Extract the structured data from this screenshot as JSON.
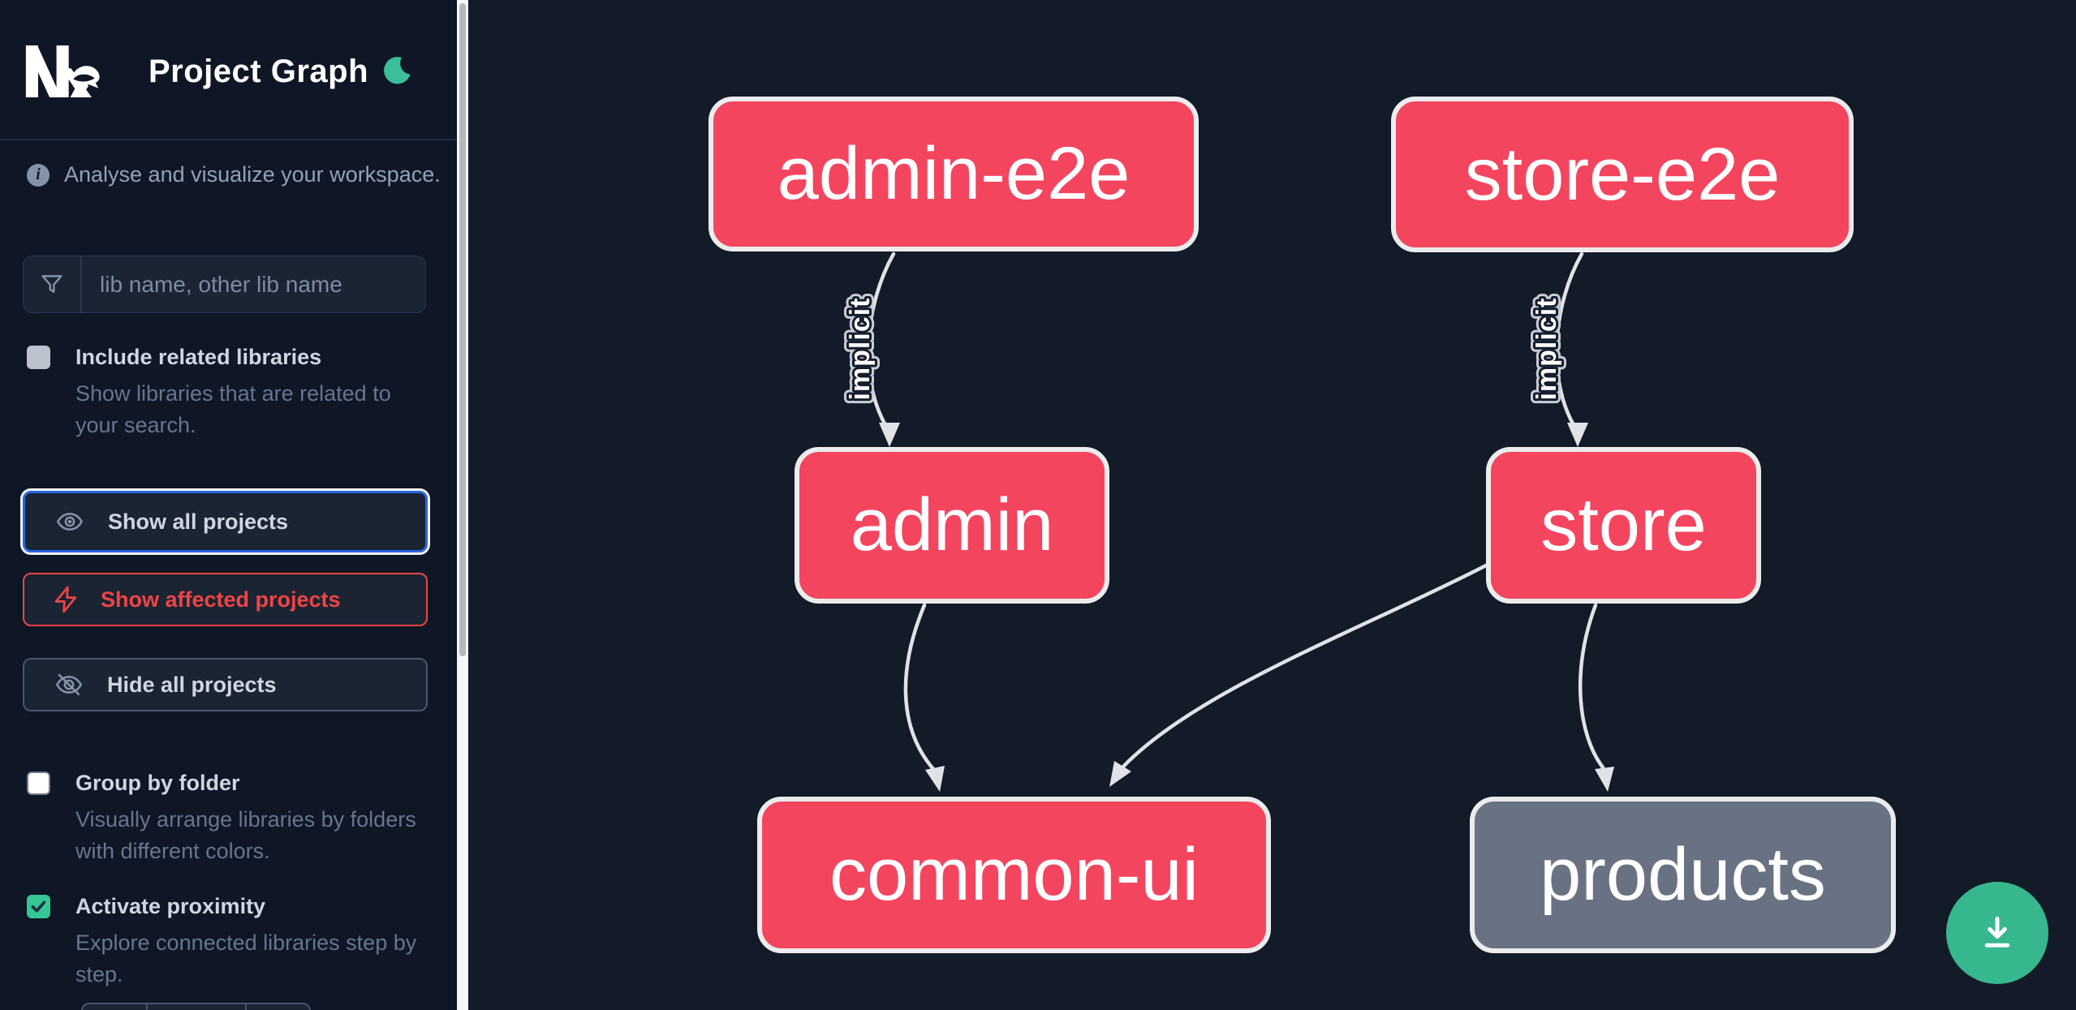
{
  "app": {
    "title": "Project Graph",
    "logo": "nx-logo",
    "theme_toggle_icon": "moon-icon"
  },
  "sidebar": {
    "info_text": "Analyse and visualize your workspace.",
    "search_placeholder": "lib name, other lib name",
    "options": [
      {
        "id": "include-related-libraries",
        "label": "Include related libraries",
        "description": "Show libraries that are related to your search.",
        "checked": false
      },
      {
        "id": "group-by-folder",
        "label": "Group by folder",
        "description": "Visually arrange libraries by folders with different colors.",
        "checked": false
      },
      {
        "id": "activate-proximity",
        "label": "Activate proximity",
        "description": "Explore connected libraries step by step.",
        "checked": true
      }
    ],
    "actions": [
      {
        "id": "show-all-projects",
        "label": "Show all projects",
        "icon": "eye-icon",
        "selected": true
      },
      {
        "id": "show-affected-projects",
        "label": "Show affected projects",
        "icon": "bolt-icon",
        "accent": "#ef4444"
      },
      {
        "id": "hide-all-projects",
        "label": "Hide all projects",
        "icon": "eye-off-icon"
      }
    ]
  },
  "graph": {
    "edge_label": "implicit",
    "nodes": [
      {
        "id": "admin-e2e",
        "label": "admin-e2e",
        "color": "#f4455f"
      },
      {
        "id": "store-e2e",
        "label": "store-e2e",
        "color": "#f4455f"
      },
      {
        "id": "admin",
        "label": "admin",
        "color": "#f4455f"
      },
      {
        "id": "store",
        "label": "store",
        "color": "#f4455f"
      },
      {
        "id": "common-ui",
        "label": "common-ui",
        "color": "#f4455f"
      },
      {
        "id": "products",
        "label": "products",
        "color": "#687282"
      }
    ],
    "edges": [
      {
        "from": "admin-e2e",
        "to": "admin",
        "label": "implicit"
      },
      {
        "from": "store-e2e",
        "to": "store",
        "label": "implicit"
      },
      {
        "from": "admin",
        "to": "common-ui",
        "label": ""
      },
      {
        "from": "store",
        "to": "common-ui",
        "label": ""
      },
      {
        "from": "store",
        "to": "products",
        "label": ""
      }
    ],
    "colors": {
      "edge": "#dfe3e8",
      "node_border": "#eaeced",
      "accent_green": "#37b78d"
    }
  },
  "fab": {
    "icon": "download-icon"
  }
}
